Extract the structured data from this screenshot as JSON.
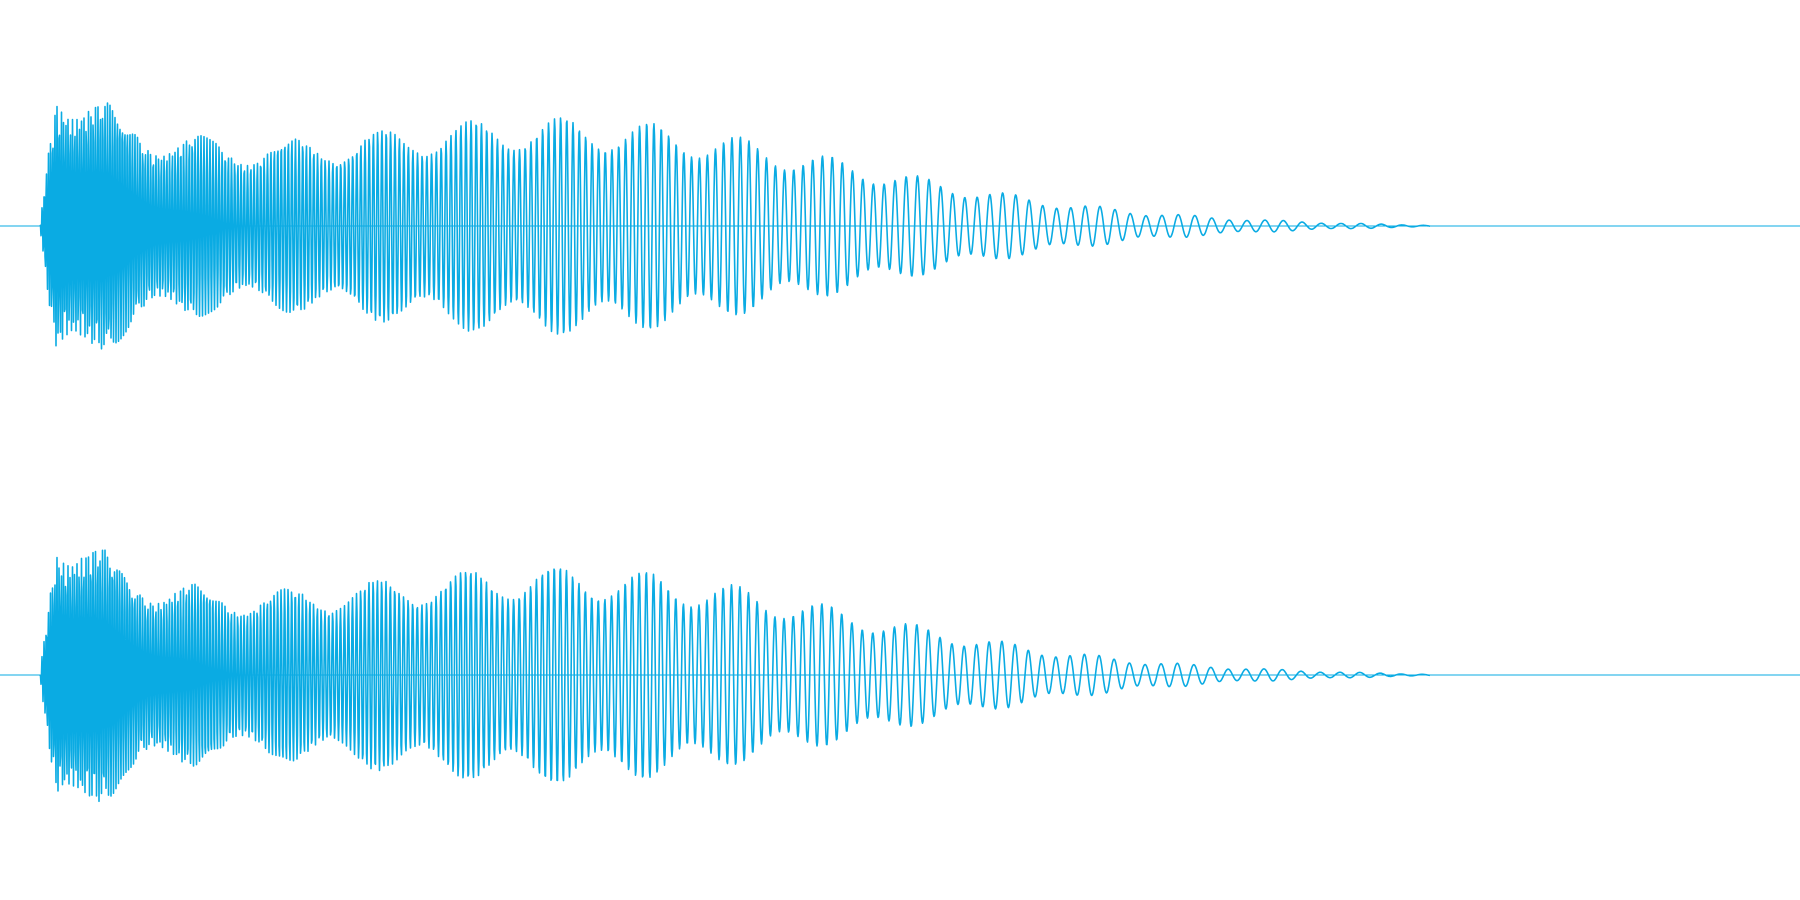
{
  "view": {
    "type": "stereo-waveform",
    "background_color": "#ffffff",
    "wave_color": "#0aabe3",
    "channels": [
      {
        "id": "top"
      },
      {
        "id": "bottom"
      }
    ]
  }
}
